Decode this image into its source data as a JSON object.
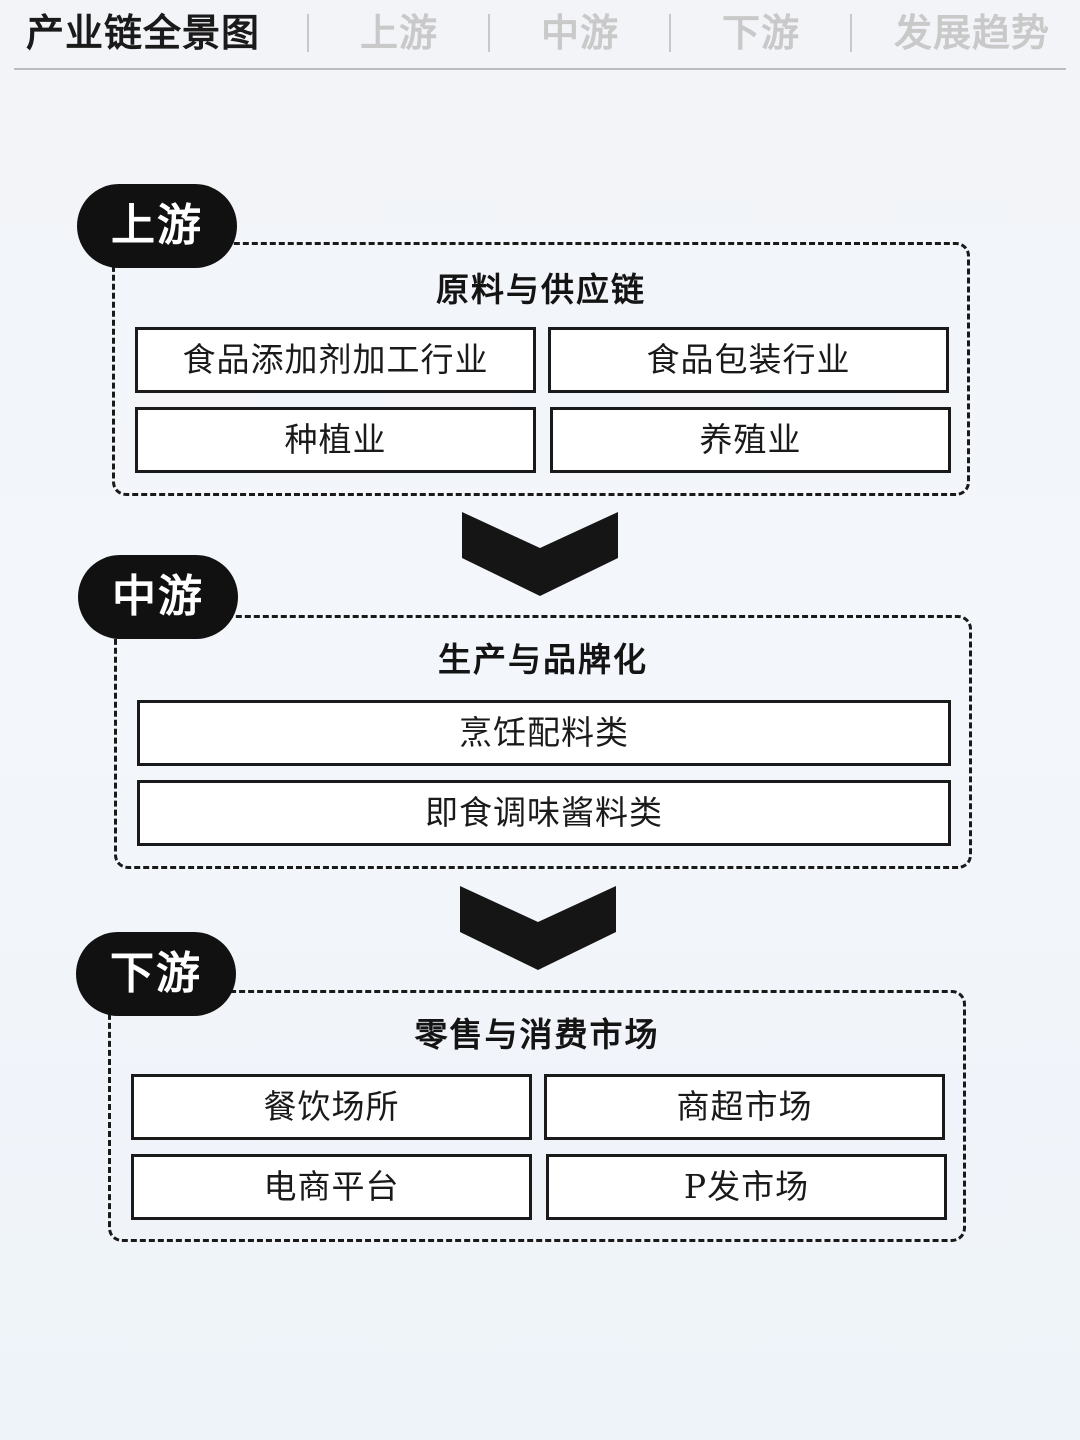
{
  "nav": {
    "items": [
      {
        "label": "产业链全景图",
        "active": true
      },
      {
        "label": "上游",
        "active": false
      },
      {
        "label": "中游",
        "active": false
      },
      {
        "label": "下游",
        "active": false
      },
      {
        "label": "发展趋势",
        "active": false
      }
    ]
  },
  "sections": {
    "upstream": {
      "stage": "上游",
      "title": "原料与供应链",
      "items": [
        "食品添加剂加工行业",
        "食品包装行业",
        "种植业",
        "养殖业"
      ]
    },
    "midstream": {
      "stage": "中游",
      "title": "生产与品牌化",
      "items": [
        "烹饪配料类",
        "即食调味酱料类"
      ]
    },
    "downstream": {
      "stage": "下游",
      "title": "零售与消费市场",
      "items": [
        "餐饮场所",
        "商超市场",
        "电商平台",
        "P发市场"
      ]
    }
  },
  "colors": {
    "pill": "#111111",
    "border": "#1a1a1a",
    "nav_inactive": "#c9c9c9",
    "background": "#f2f5f9"
  },
  "icons": {
    "flow_arrow": "chevron-down-icon"
  }
}
